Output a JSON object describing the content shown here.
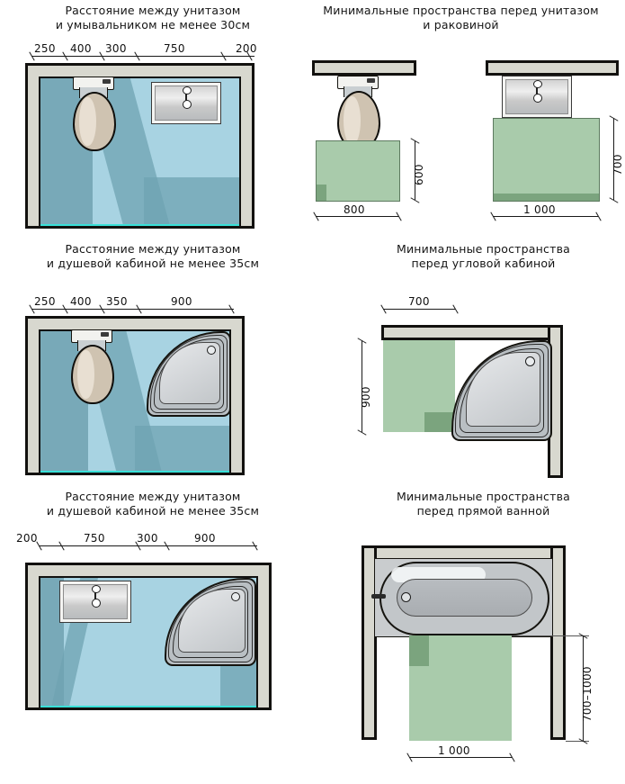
{
  "page": {
    "language": "ru",
    "units": "mm",
    "background": "#ffffff",
    "accent_green": "#a9cbab",
    "accent_blue": "#a8d3e2",
    "line_color": "#1a1a1a"
  },
  "panels": [
    {
      "id": "toilet-sink-distance",
      "title": "Расстояние между унитазом\nи умывальником не менее 30см",
      "dimensions_top": [
        "250",
        "400",
        "300",
        "750",
        "200"
      ],
      "fixtures": [
        "toilet",
        "washbasin"
      ]
    },
    {
      "id": "min-space-toilet-sink",
      "title": "Минимальные пространства перед унитазом\nи раковиной",
      "dimensions": {
        "toilet_width": "800",
        "toilet_depth": "600",
        "sink_width": "1 000",
        "sink_depth": "700"
      },
      "fixtures": [
        "toilet",
        "washbasin"
      ]
    },
    {
      "id": "toilet-shower-distance",
      "title": "Расстояние между унитазом\nи душевой кабиной не менее 35см",
      "dimensions_top": [
        "250",
        "400",
        "350",
        "900"
      ],
      "fixtures": [
        "toilet",
        "corner-shower"
      ]
    },
    {
      "id": "min-space-corner-shower",
      "title": "Минимальные пространства\nперед угловой кабиной",
      "dimensions": {
        "width": "700",
        "depth": "900"
      },
      "fixtures": [
        "corner-shower"
      ]
    },
    {
      "id": "sink-shower-distance",
      "title": "Расстояние между унитазом\nи душевой кабиной не менее 35см",
      "dimensions_top": [
        "200",
        "750",
        "300",
        "900"
      ],
      "fixtures": [
        "washbasin",
        "corner-shower"
      ]
    },
    {
      "id": "min-space-straight-bath",
      "title": "Минимальные пространства\nперед прямой ванной",
      "dimensions": {
        "width": "1 000",
        "depth": "700–1000"
      },
      "fixtures": [
        "bathtub"
      ]
    }
  ]
}
